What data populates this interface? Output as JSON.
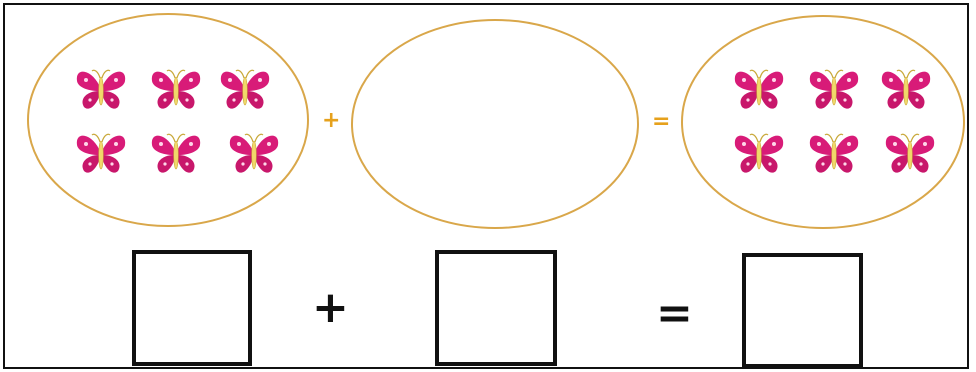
{
  "worksheet": {
    "top_row": {
      "left_group_count": 6,
      "middle_group_count": 0,
      "right_group_count": 6,
      "plus_sign": "+",
      "equals_sign": "="
    },
    "bottom_row": {
      "plus_sign": "+",
      "equals_sign": "="
    }
  },
  "colors": {
    "frame": "#111111",
    "oval_outline": "#d9a74a",
    "operator_orange": "#e6a11c",
    "butterfly_wing": "#d81b78",
    "butterfly_wing_inner": "#b4145f",
    "butterfly_body": "#f1d86a",
    "answer_box_border": "#111111"
  },
  "icons": {
    "group_item": "butterfly-icon"
  }
}
